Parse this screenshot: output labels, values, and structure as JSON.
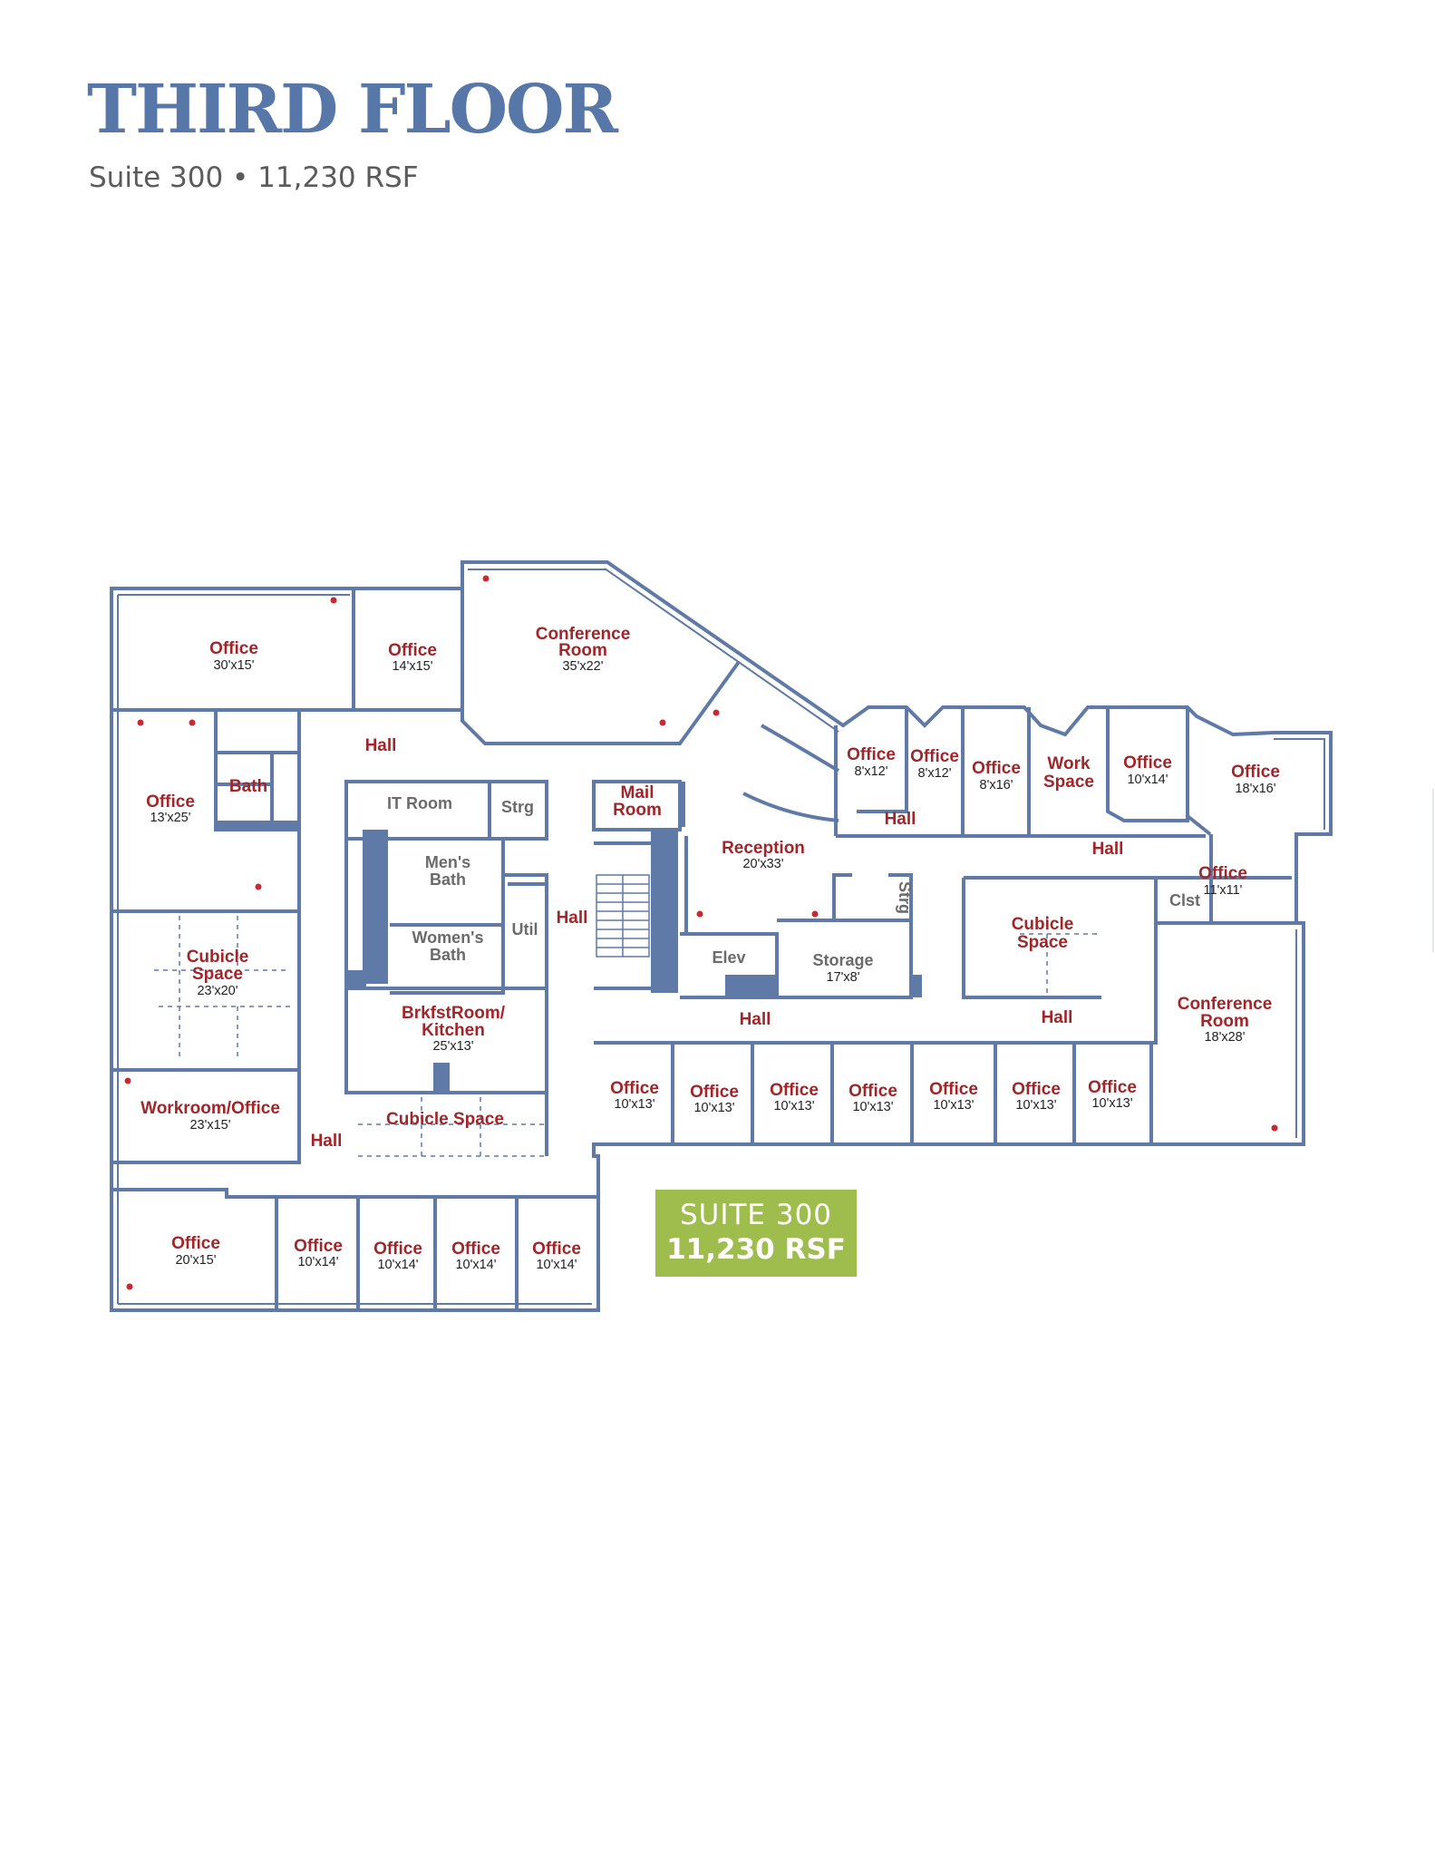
{
  "header": {
    "title": "THIRD FLOOR",
    "subtitle": "Suite 300 • 11,230 RSF"
  },
  "badge": {
    "line1": "SUITE 300",
    "line2": "11,230 RSF"
  },
  "colors": {
    "title": "#5677a8",
    "wall": "#5f7aa6",
    "room_label": "#a1262a",
    "badge": "#9fbd4c"
  },
  "rooms": {
    "office_tl": {
      "name": "Office",
      "dim": "30'x15'"
    },
    "office_t2": {
      "name": "Office",
      "dim": "14'x15'"
    },
    "conf_top": {
      "name1": "Conference",
      "name2": "Room",
      "dim": "35'x22'"
    },
    "office_l2": {
      "name": "Office",
      "dim": "13'x25'"
    },
    "bath": {
      "name": "Bath"
    },
    "it_room": {
      "name": "IT Room"
    },
    "strg": {
      "name": "Strg"
    },
    "mail": {
      "name1": "Mail",
      "name2": "Room"
    },
    "reception": {
      "name": "Reception",
      "dim": "20'x33'"
    },
    "office_812a": {
      "name": "Office",
      "dim": "8'x12'"
    },
    "office_812b": {
      "name": "Office",
      "dim": "8'x12'"
    },
    "office_816": {
      "name": "Office",
      "dim": "8'x16'"
    },
    "work_space": {
      "name1": "Work",
      "name2": "Space"
    },
    "office_1014": {
      "name": "Office",
      "dim": "10'x14'"
    },
    "office_1816": {
      "name": "Office",
      "dim": "18'x16'"
    },
    "office_1111": {
      "name": "Office",
      "dim": "11'x11'"
    },
    "clst": {
      "name": "Clst"
    },
    "mens_bath": {
      "name1": "Men's",
      "name2": "Bath"
    },
    "womens_bath": {
      "name1": "Women's",
      "name2": "Bath"
    },
    "util": {
      "name": "Util"
    },
    "elev": {
      "name": "Elev"
    },
    "storage": {
      "name": "Storage",
      "dim": "17'x8'"
    },
    "strg_v": {
      "name": "Strg"
    },
    "cubicle_left": {
      "name1": "Cubicle",
      "name2": "Space",
      "dim": "23'x20'"
    },
    "cubicle_right": {
      "name1": "Cubicle",
      "name2": "Space"
    },
    "kitchen": {
      "name1": "BrkfstRoom/",
      "name2": "Kitchen",
      "dim": "25'x13'"
    },
    "conf_right": {
      "name1": "Conference",
      "name2": "Room",
      "dim": "18'x28'"
    },
    "workroom": {
      "name": "Workroom/Office",
      "dim": "23'x15'"
    },
    "cubicle_mid": {
      "name": "Cubicle Space"
    },
    "office_bl": {
      "name": "Office",
      "dim": "20'x15'"
    },
    "bottom_offices": [
      {
        "name": "Office",
        "dim": "10'x14'"
      },
      {
        "name": "Office",
        "dim": "10'x14'"
      },
      {
        "name": "Office",
        "dim": "10'x14'"
      },
      {
        "name": "Office",
        "dim": "10'x14'"
      }
    ],
    "mid_offices": [
      {
        "name": "Office",
        "dim": "10'x13'"
      },
      {
        "name": "Office",
        "dim": "10'x13'"
      },
      {
        "name": "Office",
        "dim": "10'x13'"
      },
      {
        "name": "Office",
        "dim": "10'x13'"
      },
      {
        "name": "Office",
        "dim": "10'x13'"
      },
      {
        "name": "Office",
        "dim": "10'x13'"
      },
      {
        "name": "Office",
        "dim": "10'x13'"
      }
    ]
  },
  "halls": {
    "label": "Hall"
  }
}
